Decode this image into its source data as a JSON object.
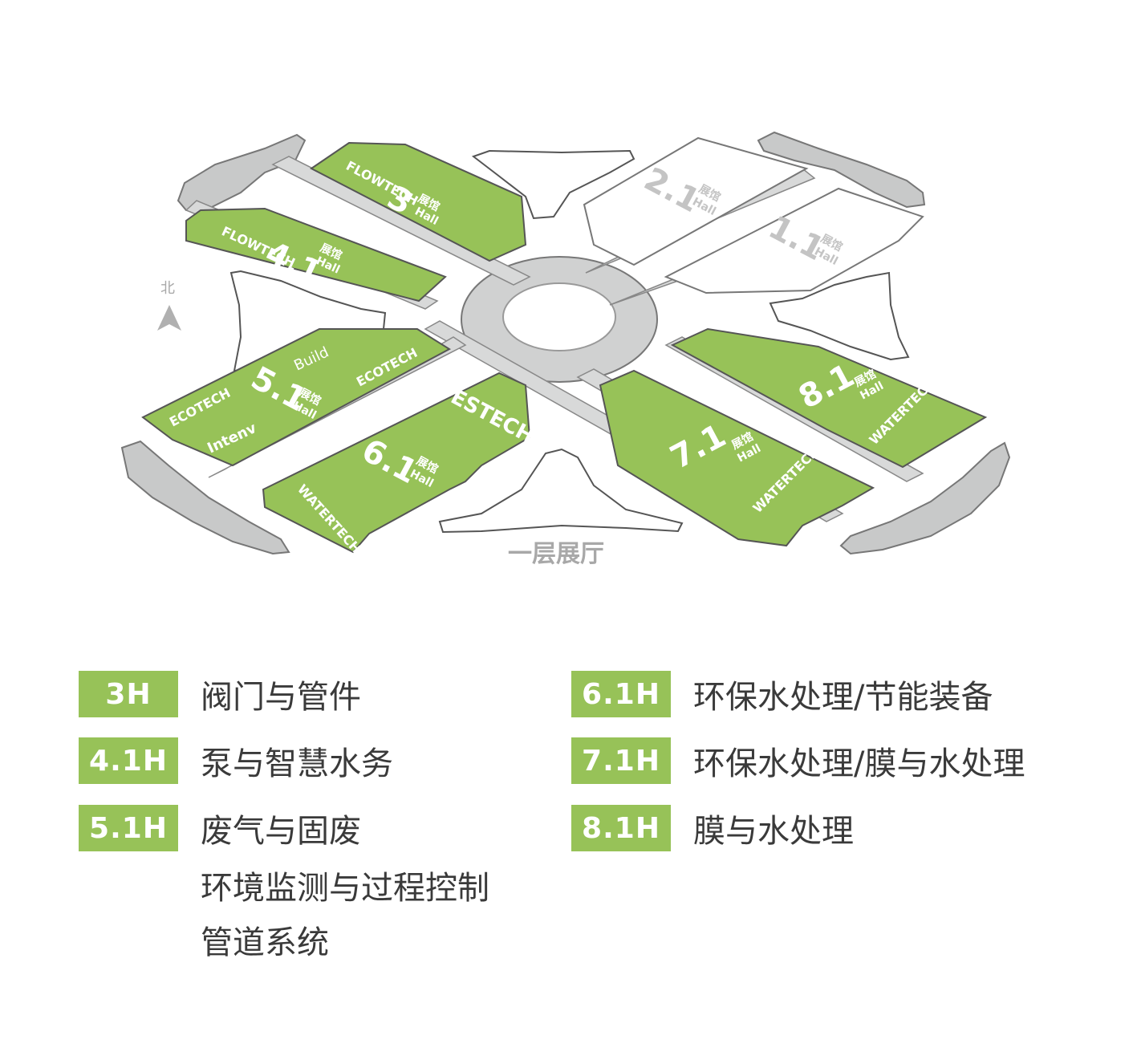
{
  "map": {
    "north_label": "北",
    "floor_label": "一层展厅",
    "halls": [
      {
        "id": "3",
        "number": "3",
        "cn": "展馆",
        "en": "Hall",
        "brand": "FLOWTECH",
        "active": true
      },
      {
        "id": "4.1",
        "number": "4.1",
        "cn": "展馆",
        "en": "Hall",
        "brand": "FLOWTECH",
        "active": true
      },
      {
        "id": "2.1",
        "number": "2.1",
        "cn": "展馆",
        "en": "Hall",
        "brand": "",
        "active": false
      },
      {
        "id": "1.1",
        "number": "1.1",
        "cn": "展馆",
        "en": "Hall",
        "brand": "",
        "active": false
      },
      {
        "id": "5.1",
        "number": "5.1",
        "cn": "展馆",
        "en": "Hall",
        "brands": [
          "ECOTECH",
          "Build",
          "ECOTECH",
          "Intenv"
        ],
        "active": true
      },
      {
        "id": "6.1",
        "number": "6.1",
        "cn": "展馆",
        "en": "Hall",
        "brands": [
          "ESTECH",
          "WATERTECH"
        ],
        "active": true
      },
      {
        "id": "7.1",
        "number": "7.1",
        "cn": "展馆",
        "en": "Hall",
        "brand": "WATERTECH",
        "active": true
      },
      {
        "id": "8.1",
        "number": "8.1",
        "cn": "展馆",
        "en": "Hall",
        "brand": "WATERTECH",
        "active": true
      }
    ]
  },
  "legend": {
    "left": [
      {
        "badge": "3H",
        "lines": [
          "阀门与管件"
        ]
      },
      {
        "badge": "4.1H",
        "lines": [
          "泵与智慧水务"
        ]
      },
      {
        "badge": "5.1H",
        "lines": [
          "废气与固废",
          "环境监测与过程控制",
          "管道系统"
        ]
      }
    ],
    "right": [
      {
        "badge": "6.1H",
        "lines": [
          "环保水处理/节能装备"
        ]
      },
      {
        "badge": "7.1H",
        "lines": [
          "环保水处理/膜与水处理"
        ]
      },
      {
        "badge": "8.1H",
        "lines": [
          "膜与水处理"
        ]
      }
    ]
  },
  "colors": {
    "hall_green": "#97c258",
    "hall_inactive": "#ffffff",
    "outline_gray": "#666666",
    "wing_gray": "#c8c9c9",
    "text_dark": "#3a3a3a",
    "label_gray": "#a8a8a8"
  }
}
